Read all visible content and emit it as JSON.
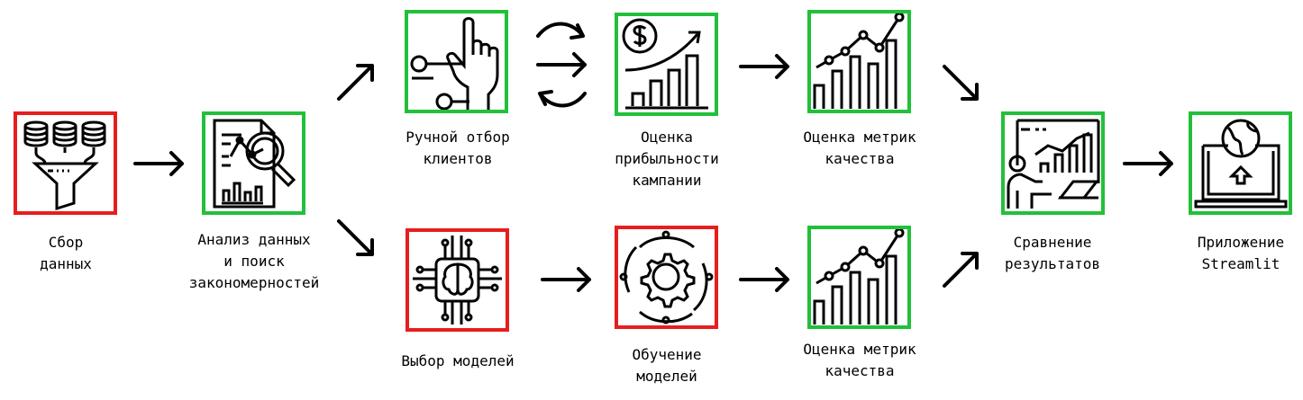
{
  "colors": {
    "red": "#e61e1e",
    "green": "#22c03a"
  },
  "nodes": [
    {
      "id": "collect",
      "label": "Сбор\nданных",
      "icon": "database-funnel-icon",
      "status": "red"
    },
    {
      "id": "analysis",
      "label": "Анализ данных\nи поиск\nзакономерностей",
      "icon": "report-magnifier-icon",
      "status": "green"
    },
    {
      "id": "manual",
      "label": "Ручной отбор\nклиентов",
      "icon": "hand-touch-icon",
      "status": "green"
    },
    {
      "id": "profit",
      "label": "Оценка\nприбыльности\nкампании",
      "icon": "dollar-growth-icon",
      "status": "green"
    },
    {
      "id": "metrics_top",
      "label": "Оценка метрик\nкачества",
      "icon": "bar-line-chart-icon",
      "status": "green"
    },
    {
      "id": "models",
      "label": "Выбор моделей",
      "icon": "brain-chip-icon",
      "status": "red"
    },
    {
      "id": "training",
      "label": "Обучение\nмоделей",
      "icon": "gear-cycle-icon",
      "status": "red"
    },
    {
      "id": "metrics_bottom",
      "label": "Оценка метрик\nкачества",
      "icon": "bar-line-chart-icon",
      "status": "green"
    },
    {
      "id": "compare",
      "label": "Сравнение\nрезультатов",
      "icon": "person-presentation-icon",
      "status": "green"
    },
    {
      "id": "app",
      "label": "Приложение\nStreamlit",
      "icon": "laptop-globe-icon",
      "status": "green"
    }
  ]
}
